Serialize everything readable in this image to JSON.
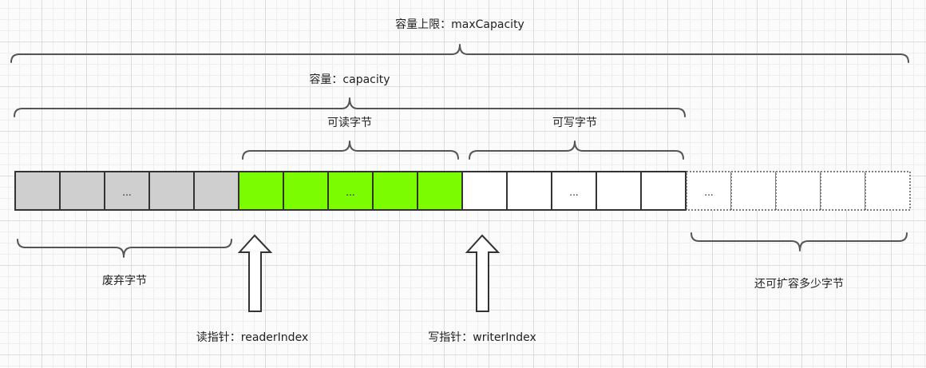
{
  "labels": {
    "max_capacity": "容量上限：maxCapacity",
    "capacity": "容量：capacity",
    "readable": "可读字节",
    "writable": "可写字节",
    "discardable": "废弃字节",
    "expandable": "还可扩容多少字节",
    "reader_index": "读指针：readerIndex",
    "writer_index": "写指针：writerIndex"
  },
  "ellipsis": {
    "discard": "...",
    "read": "...",
    "write": "...",
    "extend": "..."
  },
  "colors": {
    "discard_fill": "#cfcfcf",
    "readable_fill": "#7cfc00",
    "writable_fill": "#ffffff",
    "extend_border": "dashed"
  }
}
